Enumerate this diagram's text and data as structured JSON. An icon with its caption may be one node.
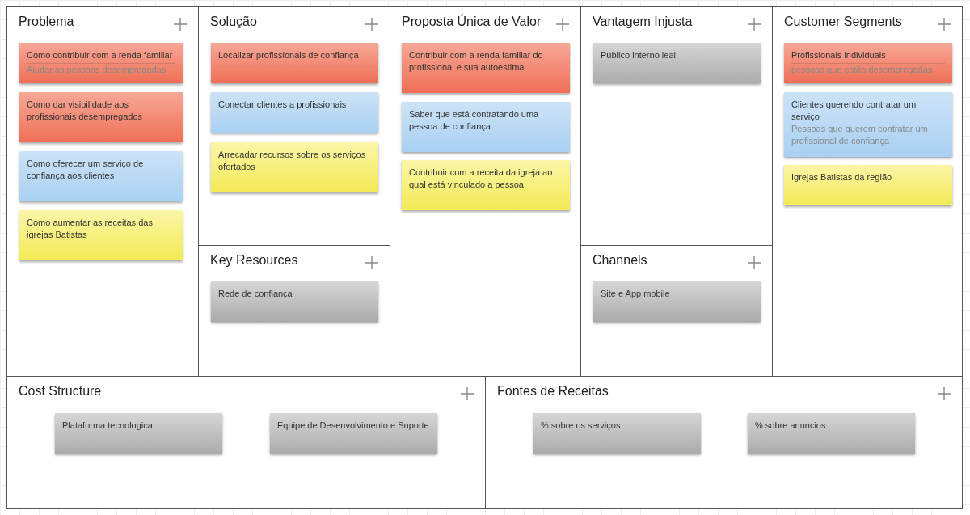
{
  "diagram": {
    "nodes": [
      {
        "text": [
          "Problema"
        ]
      },
      {
        "text": [
          "Como contribuir com a renda familiar",
          "Ajudar as pessoas desempregadas"
        ],
        "in": 0
      },
      {
        "text": [
          "Como dar visibilidade aos profissionais desempregados"
        ],
        "in": 0
      },
      {
        "text": [
          "Como oferecer um serviço de confiança aos clientes"
        ],
        "in": 0
      },
      {
        "text": [
          "Como aumentar as receitas das igrejas Batistas"
        ],
        "in": 0
      },
      {
        "text": [
          "Solução"
        ]
      },
      {
        "text": [
          "Localizar profissionais de confiança"
        ],
        "in": 5
      },
      {
        "text": [
          "Conectar clientes a profissionais"
        ],
        "in": 5
      },
      {
        "text": [
          "Arrecadar recursos sobre os serviços ofertados"
        ],
        "in": 5
      },
      {
        "text": [
          "Proposta Única de Valor"
        ]
      },
      {
        "text": [
          "Contribuir com a renda familiar do profissional e sua autoestima"
        ],
        "in": 9
      },
      {
        "text": [
          "Saber que está contratando uma pessoa de confiança"
        ],
        "in": 9
      },
      {
        "text": [
          "Contribuir com a receita da igreja ao qual está vinculado a pessoa"
        ],
        "in": 9
      },
      {
        "text": [
          "Vantagem Injusta"
        ]
      },
      {
        "text": [
          "Público interno leal"
        ],
        "in": 13
      },
      {
        "text": [
          "Customer Segments"
        ]
      },
      {
        "text": [
          "Profissionais individuais",
          "pessoas que estão desempregadas"
        ],
        "in": 15
      },
      {
        "text": [
          "Clientes querendo contratar um serviço",
          "Pessoas que querem contratar um profissional de confiança"
        ],
        "in": 15
      },
      {
        "text": [
          "Igrejas Batistas da região"
        ],
        "in": 15
      },
      {
        "text": [
          "Key Resources"
        ]
      },
      {
        "text": [
          "Rede de confiança"
        ],
        "in": 19
      },
      {
        "text": [
          "Channels"
        ]
      },
      {
        "text": [
          "Site e App mobile"
        ],
        "in": 21
      },
      {
        "text": [
          "Cost Structure"
        ]
      },
      {
        "text": [
          "Plataforma tecnologica"
        ],
        "in": 23
      },
      {
        "text": [
          "Equipe de Desenvolvimento e Suporte"
        ],
        "in": 23
      },
      {
        "text": [
          "Fontes de Receitas"
        ]
      },
      {
        "text": [
          "% sobre os serviços"
        ],
        "in": 26
      },
      {
        "text": [
          "% sobre anuncios"
        ],
        "in": 26
      }
    ],
    "edges": []
  }
}
